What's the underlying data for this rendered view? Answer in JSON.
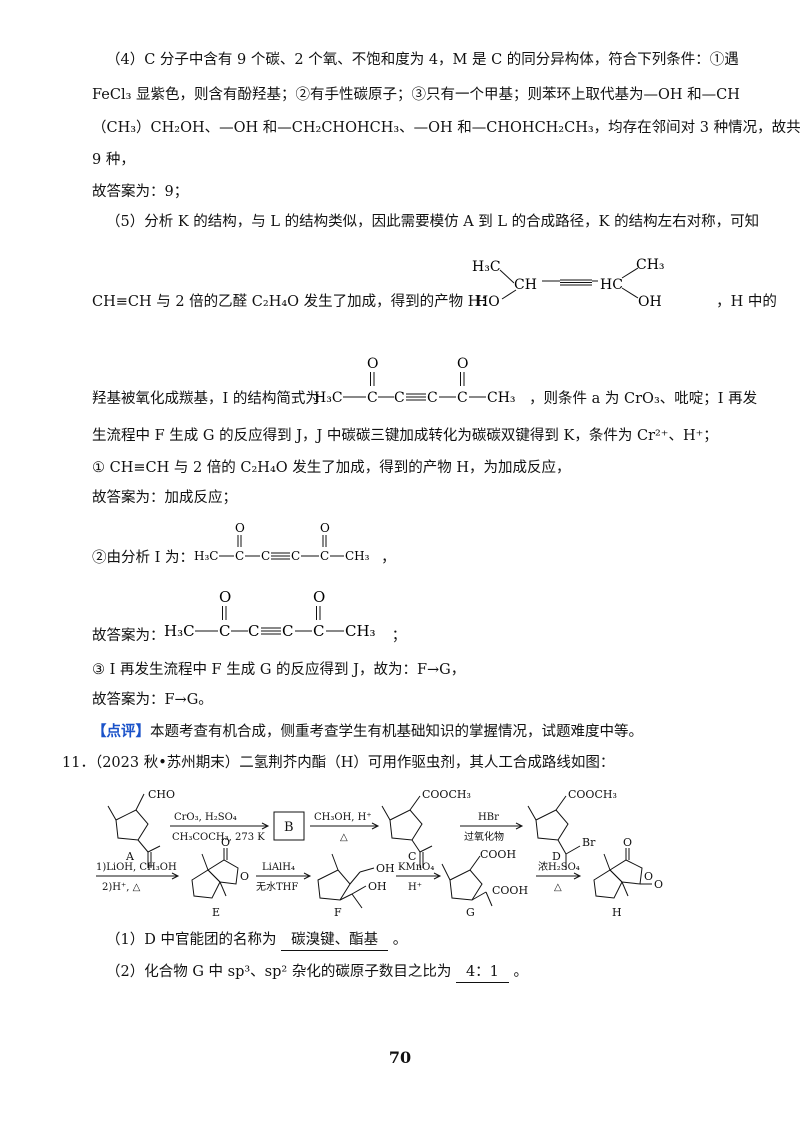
{
  "lines": {
    "l1": "（4）C 分子中含有 9 个碳、2 个氧、不饱和度为 4，M 是 C 的同分异构体，符合下列条件：①遇",
    "l2": "FeCl₃ 显紫色，则含有酚羟基；②有手性碳原子；③只有一个甲基；则苯环上取代基为—OH 和—CH",
    "l3": "（CH₃）CH₂OH、—OH 和—CH₂CHOHCH₃、—OH 和—CHOHCH₂CH₃，均存在邻间对 3 种情况，故共",
    "l4": "9 种，",
    "l5": "故答案为：9；",
    "l6": "（5）分析 K 的结构，与 L 的结构类似，因此需要模仿 A 到 L 的合成路径，K 的结构左右对称，可知",
    "l7a": "CH≡CH 与 2 倍的乙醛 C₂H₄O 发生了加成，得到的产物 H：",
    "l7b": "，H 中的",
    "l8a": "羟基被氧化成羰基，I 的结构简式为",
    "l8b": "，则条件 a 为 CrO₃、吡啶；I 再发",
    "l9": "生流程中 F 生成 G 的反应得到 J，J 中碳碳三键加成转化为碳碳双键得到 K，条件为 Cr²⁺、H⁺；",
    "l10": "① CH≡CH 与 2 倍的 C₂H₄O 发生了加成，得到的产物 H，为加成反应，",
    "l11": "故答案为：加成反应；",
    "l12a": "②由分析 I 为：",
    "l12b": "，",
    "l13a": "故答案为：",
    "l13b": "；",
    "l14": "③ I 再发生流程中 F 生成 G 的反应得到 J，故为：F→G，",
    "l15": "故答案为：F→G。",
    "l16_tag": "【点评】",
    "l16": "本题考查有机合成，侧重考查学生有机基础知识的掌握情况，试题难度中等。",
    "l17": "11．（2023 秋•苏州期末）二氢荆芥内酯（H）可用作驱虫剂，其人工合成路线如图：",
    "q1_pre": "（1）D 中官能团的名称为",
    "q1_ans": "碳溴键、酯基",
    "q1_post": "。",
    "q2_pre": "（2）化合物 G 中 sp³、sp² 杂化的碳原子数目之比为",
    "q2_ans": "4：1",
    "q2_post": "。"
  },
  "structures": {
    "h": {
      "tl": "H₃C",
      "ch": "CH",
      "hc": "HC",
      "tr": "CH₃",
      "bl": "HO",
      "br": "OH"
    },
    "i": {
      "o": "O",
      "left": "H₃C",
      "c": "C",
      "right": "CH₃"
    }
  },
  "scheme": {
    "labels": [
      "A",
      "B",
      "C",
      "D",
      "E",
      "F",
      "G",
      "H"
    ],
    "a_group": "CHO",
    "c_group": "COOCH₃",
    "d_group": "COOCH₃",
    "d_br": "Br",
    "g_group1": "COOH",
    "g_group2": "COOH",
    "ring_o": "O",
    "f_oh1": "OH",
    "f_oh2": "OH",
    "cond1_top": "CrO₃, H₂SO₄",
    "cond1_bot": "CH₃COCH₃, 273 K",
    "cond2_top": "CH₃OH, H⁺",
    "cond2_bot": "△",
    "cond3_top": "HBr",
    "cond3_bot": "过氧化物",
    "cond4_top": "1)LiOH, CH₃OH",
    "cond4_bot": "2)H⁺, △",
    "cond5_top": "LiAlH₄",
    "cond5_bot": "无水THF",
    "cond6_top": "KMnO₄",
    "cond6_bot": "H⁺",
    "cond7_top": "浓H₂SO₄",
    "cond7_bot": "△"
  },
  "page_number": "70"
}
